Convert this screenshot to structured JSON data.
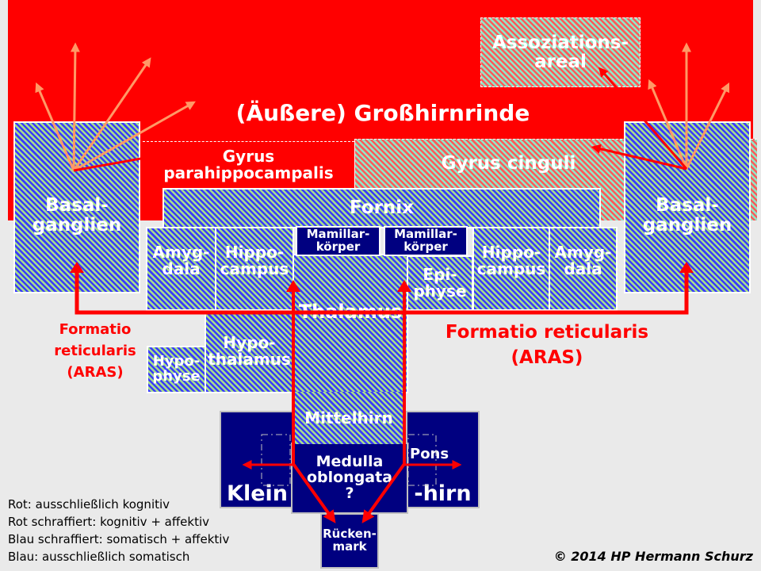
{
  "cortex": {
    "title": "(Äußere) Großhirnrinde"
  },
  "assoziationsareal": "Assoziations-\nareal",
  "gyrus_parahippocampalis": "Gyrus\nparahippocampalis",
  "gyrus_cinguli": "Gyrus cinguli",
  "basalganglien_left": "Basal-\nganglien",
  "basalganglien_right": "Basal-\nganglien",
  "fornix": "Fornix",
  "amygdala_left": "Amyg-\ndala",
  "hippocampus_left": "Hippo-\ncampus",
  "mamillar_left": "Mamillar-\nkörper",
  "mamillar_right": "Mamillar-\nkörper",
  "epiphyse": "Epi-\nphyse",
  "hippocampus_right": "Hippo-\ncampus",
  "amygdala_right": "Amyg-\ndala",
  "thalamus": "Thalamus",
  "hypothalamus": "Hypo-\nthalamus",
  "hypophyse": "Hypo-\nphyse",
  "mittelhirn": "Mittelhirn",
  "medulla": "Medulla\noblongata\n?",
  "klein": "Klein",
  "hirn": "-hirn",
  "pons": "Pons",
  "rueckenmark": "Rücken-\nmark",
  "formatio_left": "Formatio reticularis\n(ARAS)",
  "formatio_right": "Formatio reticularis\n(ARAS)",
  "legend": [
    "Rot: ausschließlich kognitiv",
    "Rot schraffiert: kognitiv + affektiv",
    "Blau schraffiert: somatisch + affektiv",
    "Blau: ausschließlich somatisch"
  ],
  "copyright": "© 2014 HP Hermann Schurz",
  "colors": {
    "red": "#ff0000",
    "navy": "#000080",
    "blue_hatch": "#3a3aff",
    "green_hatch": "#a8e08a",
    "mint_hatch": "#8ee8c8",
    "orange_arrow": "#ff9966"
  }
}
